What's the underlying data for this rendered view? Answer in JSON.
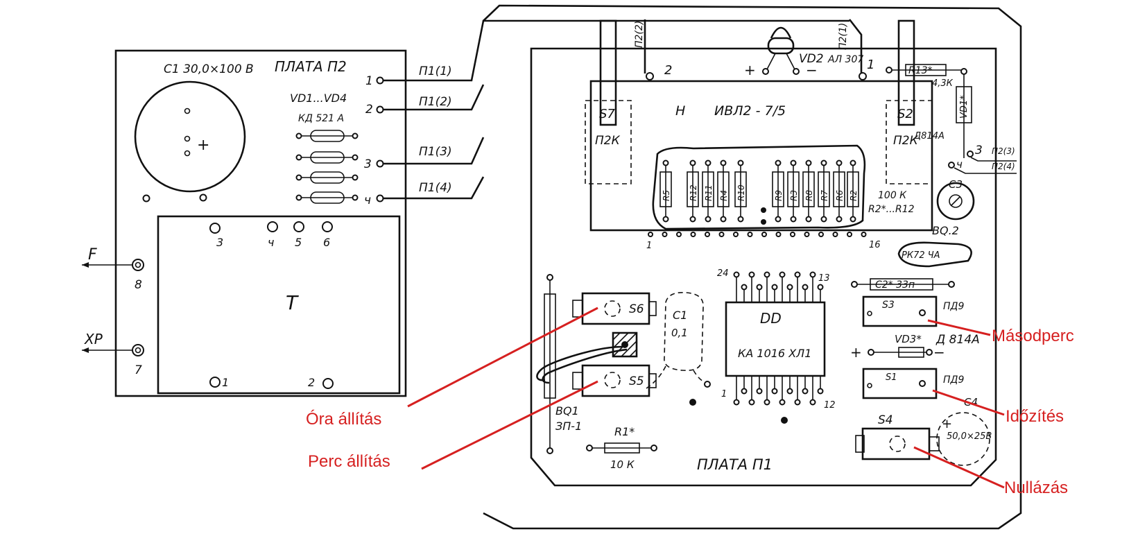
{
  "board_p2": {
    "title": "ПЛАТА П2",
    "c1_label": "C1 30,0×100 B",
    "diodes_label": "VD1...VD4",
    "diodes_type": "КД 521 А",
    "pin_1": "1",
    "pin_2": "2",
    "pin_3": "3",
    "pin_4": "ч",
    "wire_1": "П1(1)",
    "wire_2": "П1(2)",
    "wire_3": "П1(3)",
    "wire_4": "П1(4)",
    "transformer": "T",
    "t_pins": [
      "3",
      "ч",
      "5",
      "6",
      "1",
      "2"
    ],
    "f_label": "F",
    "f_pin": "8",
    "xp_label": "XP",
    "xp_pin": "7"
  },
  "board_p1": {
    "title": "ПЛАТА П1",
    "wire_p2_2": "П2(2)",
    "wire_p2_1": "П2(1)",
    "pad_2": "2",
    "pad_1": "1",
    "led_label": "VD2",
    "led_type": "АЛ 307",
    "led_plus": "+",
    "led_minus": "−",
    "r13_label": "R13*",
    "r13_value": "4,3К",
    "vd1_label": "VD1*",
    "vd1_type": "Д814А",
    "pad_3": "3",
    "pad_4": "ч",
    "wire_p2_3": "П2(3)",
    "wire_p2_4": "П2(4)",
    "display_h": "H",
    "display_type": "ИВЛ2 - 7/5",
    "s7_label": "S7",
    "s7_type": "П2К",
    "s2_label": "S2",
    "s2_type": "П2К",
    "resistors": [
      "R5",
      "R12",
      "R11",
      "R4",
      "R10",
      "R9",
      "R3",
      "R8",
      "R7",
      "R6",
      "R2"
    ],
    "res_value": "100 К",
    "res_range": "R2*...R12",
    "conn_1": "1",
    "conn_16": "16",
    "c3_label": "C3",
    "bq2_label": "BQ.2",
    "bq2_type": "РК72 ЧА",
    "dd_pin_24": "24",
    "dd_pin_13": "13",
    "dd_pin_1": "1",
    "dd_pin_12": "12",
    "dd_label": "DD",
    "dd_type": "КА 1016 ХЛ1",
    "c2_label": "C2* 33п",
    "s3_label": "S3",
    "s3_type": "ПД9",
    "vd3_label": "VD3*",
    "vd3_type": "Д 814А",
    "vd3_plus": "+",
    "vd3_minus": "−",
    "s1_label": "S1",
    "s1_type": "ПД9",
    "c4_label": "C4",
    "c4_value": "50,0×25B",
    "s4_label": "S4",
    "s6_label": "S6",
    "s5_label": "S5",
    "c1_label": "C1",
    "c1_value": "0,1",
    "bq1_label": "BQ1",
    "bq1_type": "ЗП-1",
    "r1_label": "R1*",
    "r1_value": "10 К"
  },
  "annotations": {
    "masodperc": "Másodperc",
    "idozites": "Időzítés",
    "nullazas": "Nullázás",
    "ora_allitas": "Óra állítás",
    "perc_allitas": "Perc állítás"
  },
  "colors": {
    "ink": "#111111",
    "annotation": "#d62020",
    "background": "#ffffff"
  }
}
